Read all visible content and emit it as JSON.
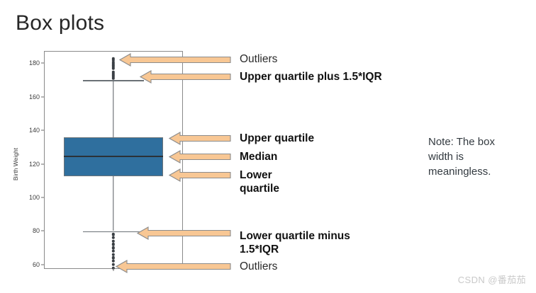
{
  "slide": {
    "title": "Box plots",
    "background": "#ffffff"
  },
  "chart_data": {
    "type": "box",
    "title": "",
    "xlabel": "",
    "ylabel": "Birth Weight",
    "ylim": [
      52,
      182
    ],
    "yticks": [
      60,
      80,
      100,
      120,
      140,
      160,
      180
    ],
    "ytick_labels": [
      "60",
      "80",
      "100",
      "120",
      "140",
      "160",
      "180"
    ],
    "grid": false,
    "legend": "none",
    "box_color": "#2f6f9e",
    "categories": [
      "Birth Weight"
    ],
    "boxes": [
      {
        "name": "Birth Weight",
        "lower_whisker": 75,
        "q1": 108,
        "median": 120,
        "q3": 131,
        "upper_whisker": 165,
        "iqr": 23,
        "outliers_high": [
          166,
          167,
          168,
          169,
          170,
          171,
          172,
          173,
          174,
          175,
          176,
          177
        ],
        "outliers_low": [
          54,
          55,
          56,
          57,
          58,
          59,
          60,
          61,
          62,
          63,
          64,
          65,
          66,
          67,
          68,
          69,
          70,
          71,
          72,
          73
        ]
      }
    ]
  },
  "annotations": [
    {
      "id": "outliers-top",
      "text": "Outliers",
      "weight": "normal"
    },
    {
      "id": "upper-fence",
      "text": "Upper quartile plus 1.5*IQR",
      "weight": "bold"
    },
    {
      "id": "upper-quartile",
      "text": "Upper quartile",
      "weight": "bold"
    },
    {
      "id": "median",
      "text": "Median",
      "weight": "bold"
    },
    {
      "id": "lower-quartile",
      "text": "Lower\nquartile",
      "weight": "bold"
    },
    {
      "id": "lower-fence",
      "text": "Lower quartile minus\n1.5*IQR",
      "weight": "bold"
    },
    {
      "id": "outliers-bottom",
      "text": "Outliers",
      "weight": "normal"
    }
  ],
  "side_note": {
    "text": "Note: The box\nwidth is\nmeaningless."
  },
  "watermark": {
    "text": "CSDN @番茄茄"
  },
  "colors": {
    "arrow_fill": "#f8c794",
    "arrow_stroke": "#8c8c8c",
    "box_fill": "#2f6f9e",
    "axis": "#8a8a8a",
    "text": "#111111"
  }
}
